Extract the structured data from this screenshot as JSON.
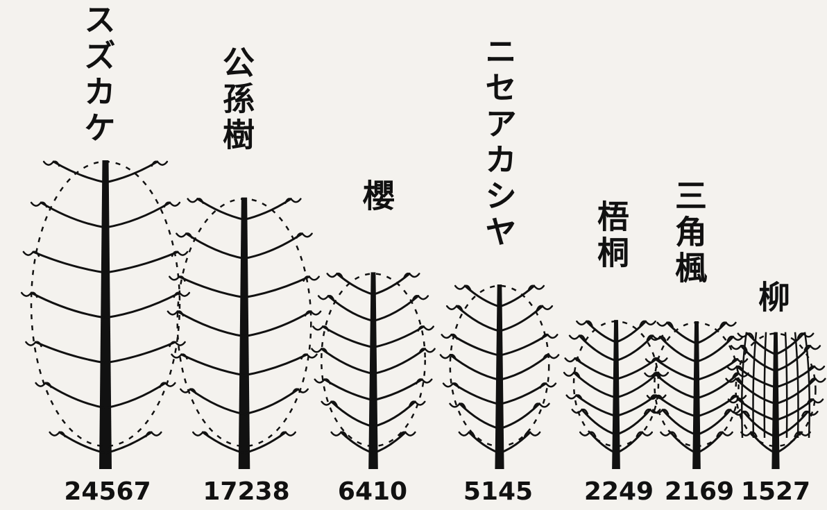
{
  "chart_data": {
    "type": "bar",
    "categories": [
      "スズカケ",
      "公孫樹",
      "櫻",
      "ニセアカシヤ",
      "梧桐",
      "三角楓",
      "柳"
    ],
    "values": [
      24567,
      17238,
      6410,
      5145,
      2249,
      2169,
      1527
    ],
    "value_labels": [
      "24567",
      "17238",
      "6410",
      "5145",
      "2249",
      "2169",
      "1527"
    ],
    "title": "",
    "xlabel": "",
    "ylabel": "",
    "grid": false,
    "legend": "none",
    "marker": "tree-pictogram",
    "colors": {
      "ink": "#111111",
      "paper": "#f4f2ee"
    }
  }
}
